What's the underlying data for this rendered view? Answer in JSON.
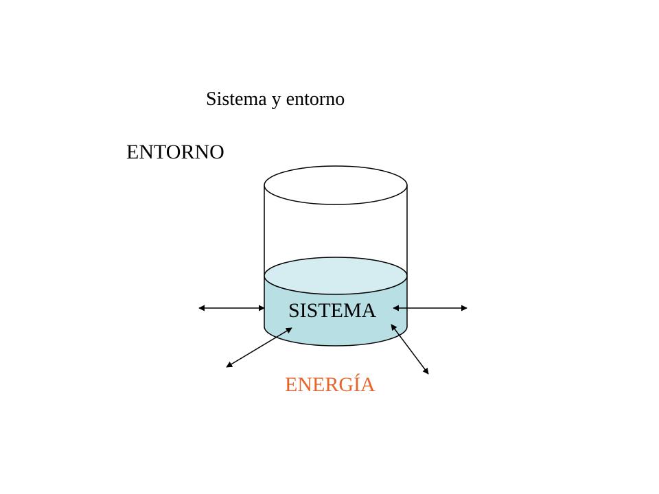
{
  "diagram": {
    "title": "Sistema y entorno",
    "environment_label": "ENTORNO",
    "system_label": "SISTEMA",
    "energy_label": "ENERGÍA"
  },
  "colors": {
    "text": "#000000",
    "energy_text": "#e8642a",
    "liquid_side": "#b8dfe4",
    "liquid_top": "#d5edf0",
    "outline": "#000000"
  }
}
